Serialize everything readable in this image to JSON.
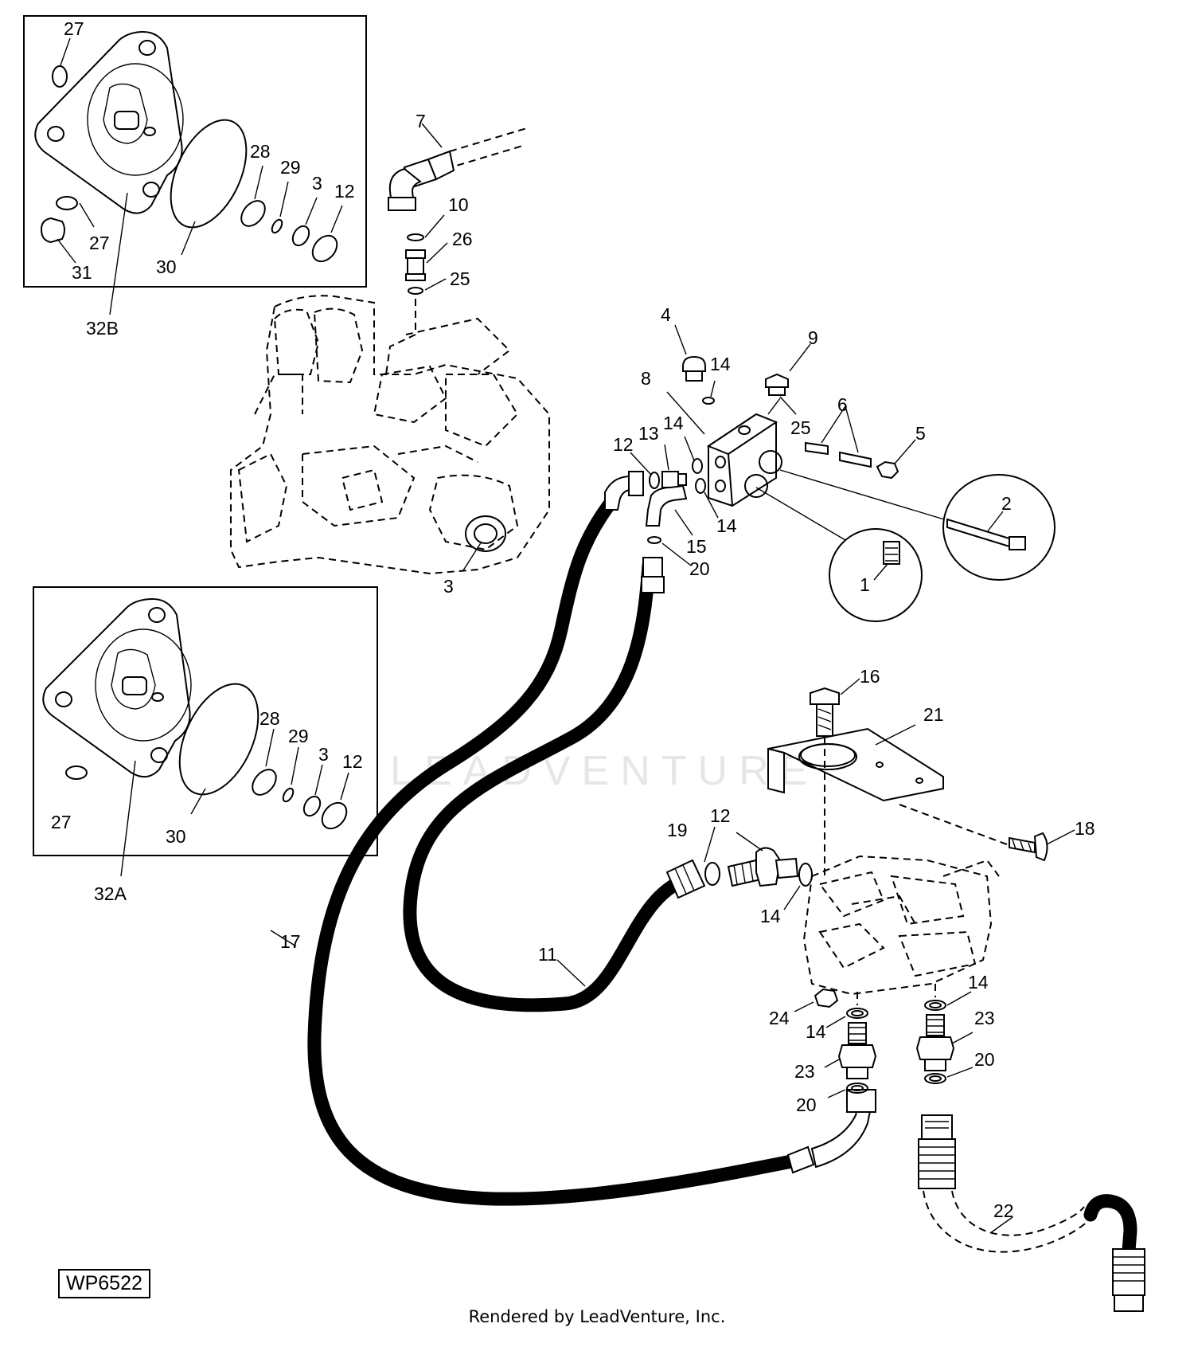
{
  "figure_id": "WP6522",
  "footer": "Rendered by LeadVenture, Inc.",
  "watermark": "LEADVENTURE",
  "inset_top": {
    "label": "32B",
    "callouts": [
      "27",
      "27",
      "31",
      "30",
      "28",
      "29",
      "3",
      "12"
    ]
  },
  "inset_bottom": {
    "label": "32A",
    "callouts": [
      "27",
      "30",
      "28",
      "29",
      "3",
      "12"
    ]
  },
  "callouts": [
    {
      "id": "c7",
      "text": "7"
    },
    {
      "id": "c10",
      "text": "10"
    },
    {
      "id": "c26",
      "text": "26"
    },
    {
      "id": "c25a",
      "text": "25"
    },
    {
      "id": "c3a",
      "text": "3"
    },
    {
      "id": "c4",
      "text": "4"
    },
    {
      "id": "c14a",
      "text": "14"
    },
    {
      "id": "c9",
      "text": "9"
    },
    {
      "id": "c8",
      "text": "8"
    },
    {
      "id": "c25b",
      "text": "25"
    },
    {
      "id": "c6",
      "text": "6"
    },
    {
      "id": "c5",
      "text": "5"
    },
    {
      "id": "c12a",
      "text": "12"
    },
    {
      "id": "c13",
      "text": "13"
    },
    {
      "id": "c14b",
      "text": "14"
    },
    {
      "id": "c14c",
      "text": "14"
    },
    {
      "id": "c15",
      "text": "15"
    },
    {
      "id": "c20a",
      "text": "20"
    },
    {
      "id": "c2",
      "text": "2"
    },
    {
      "id": "c1",
      "text": "1"
    },
    {
      "id": "c16",
      "text": "16"
    },
    {
      "id": "c21",
      "text": "21"
    },
    {
      "id": "c18",
      "text": "18"
    },
    {
      "id": "c12b",
      "text": "12"
    },
    {
      "id": "c19",
      "text": "19"
    },
    {
      "id": "c14d",
      "text": "14"
    },
    {
      "id": "c17",
      "text": "17"
    },
    {
      "id": "c11",
      "text": "11"
    },
    {
      "id": "c14e",
      "text": "14"
    },
    {
      "id": "c24",
      "text": "24"
    },
    {
      "id": "c14f",
      "text": "14"
    },
    {
      "id": "c23a",
      "text": "23"
    },
    {
      "id": "c23b",
      "text": "23"
    },
    {
      "id": "c20b",
      "text": "20"
    },
    {
      "id": "c20c",
      "text": "20"
    },
    {
      "id": "c22",
      "text": "22"
    }
  ]
}
